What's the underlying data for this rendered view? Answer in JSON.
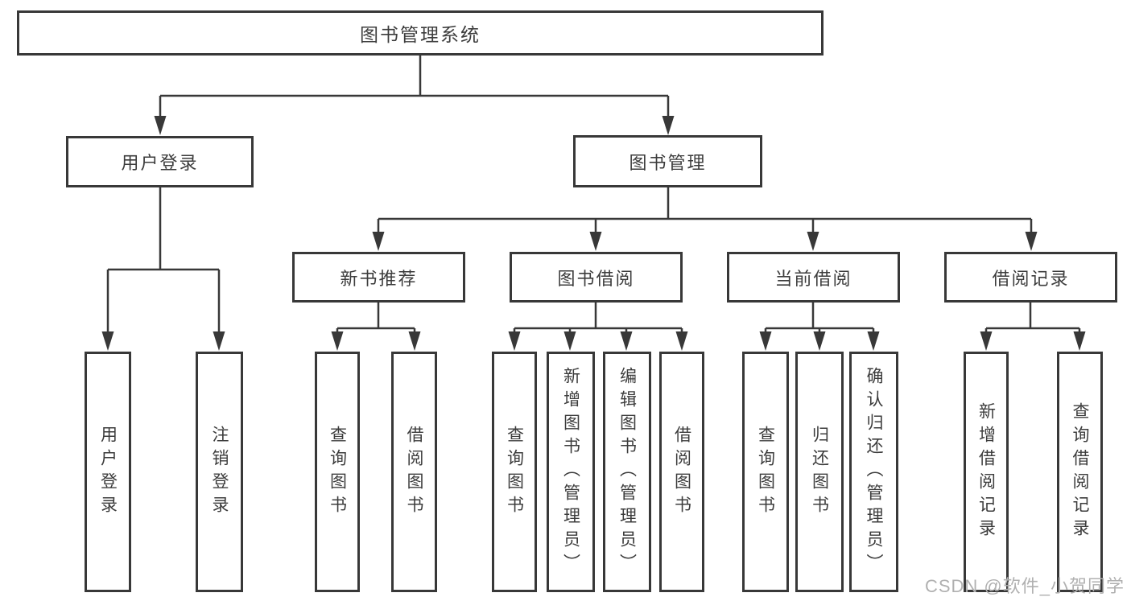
{
  "diagram": {
    "title": "图书管理系统",
    "colors": {
      "line": "#383838",
      "text": "#3c3c3c",
      "watermark": "#b0b0b0",
      "background": "#ffffff"
    },
    "nodes": {
      "root": "图书管理系统",
      "level2": [
        {
          "id": "user-login",
          "label": "用户登录"
        },
        {
          "id": "book-management",
          "label": "图书管理"
        }
      ],
      "level3": [
        {
          "id": "new-book-recommend",
          "label": "新书推荐"
        },
        {
          "id": "book-borrow",
          "label": "图书借阅"
        },
        {
          "id": "current-borrow",
          "label": "当前借阅"
        },
        {
          "id": "borrow-records",
          "label": "借阅记录"
        }
      ],
      "leaves": [
        {
          "id": "user-login-leaf",
          "label": "用户登录",
          "parent": "用户登录"
        },
        {
          "id": "logout",
          "label": "注销登录",
          "parent": "用户登录"
        },
        {
          "id": "query-books-recommend",
          "label": "查询图书",
          "parent": "新书推荐"
        },
        {
          "id": "borrow-books-recommend",
          "label": "借阅图书",
          "parent": "新书推荐"
        },
        {
          "id": "query-books-borrow",
          "label": "查询图书",
          "parent": "图书借阅"
        },
        {
          "id": "add-books-admin",
          "label": "新增图书（管理员）",
          "parent": "图书借阅"
        },
        {
          "id": "edit-books-admin",
          "label": "编辑图书（管理员）",
          "parent": "图书借阅"
        },
        {
          "id": "borrow-books-borrow",
          "label": "借阅图书",
          "parent": "图书借阅"
        },
        {
          "id": "query-books-current",
          "label": "查询图书",
          "parent": "当前借阅"
        },
        {
          "id": "return-books",
          "label": "归还图书",
          "parent": "当前借阅"
        },
        {
          "id": "confirm-return-admin",
          "label": "确认归还（管理员）",
          "parent": "当前借阅"
        },
        {
          "id": "add-borrow-record",
          "label": "新增借阅记录",
          "parent": "借阅记录"
        },
        {
          "id": "query-borrow-record",
          "label": "查询借阅记录",
          "parent": "借阅记录"
        }
      ]
    },
    "watermark": "CSDN @软件_小贺同学"
  }
}
